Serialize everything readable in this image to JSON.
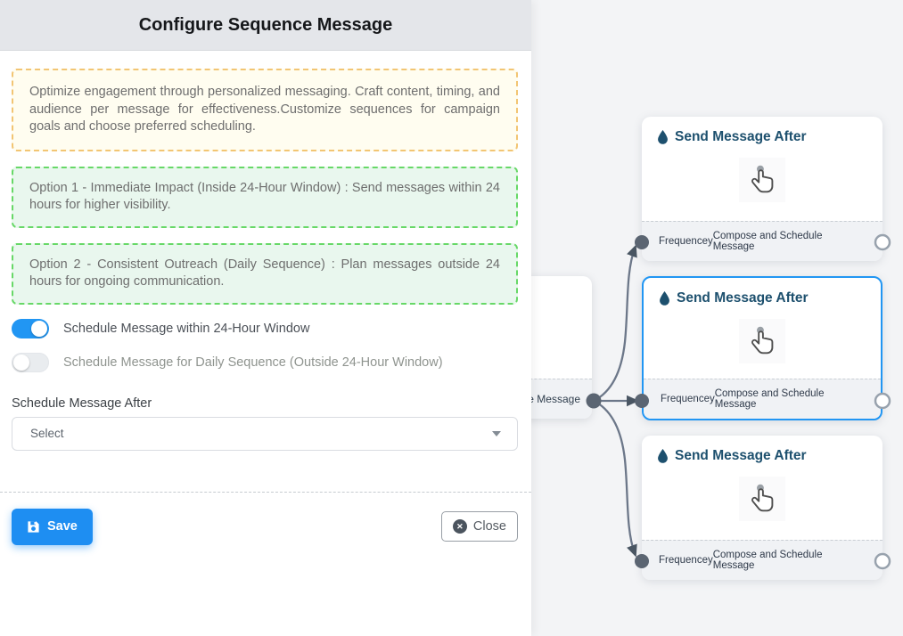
{
  "panel": {
    "title": "Configure Sequence Message",
    "info": "Optimize engagement through personalized messaging. Craft content, timing, and audience per message for effectiveness.Customize sequences for campaign goals and choose preferred scheduling.",
    "options": [
      "Option 1 - Immediate Impact (Inside 24-Hour Window) : Send messages within 24 hours for higher visibility.",
      "Option 2 - Consistent Outreach (Daily Sequence) : Plan messages outside 24 hours for ongoing communication."
    ],
    "toggles": [
      {
        "label": "Schedule Message within 24-Hour Window",
        "state": "on"
      },
      {
        "label": "Schedule Message for Daily Sequence (Outside 24-Hour Window)",
        "state": "off"
      }
    ],
    "select_label": "Schedule Message After",
    "select_value": "Select",
    "save_label": "Save",
    "close_label": "Close"
  },
  "canvas": {
    "source": {
      "footer_label": "ce Message"
    },
    "nodes": [
      {
        "title": "Send Message After",
        "footer_left": "Frequencey",
        "footer_right": "Compose and Schedule Message",
        "selected": false
      },
      {
        "title": "Send Message After",
        "footer_left": "Frequencey",
        "footer_right": "Compose and Schedule Message",
        "selected": true
      },
      {
        "title": "Send Message After",
        "footer_left": "Frequencey",
        "footer_right": "Compose and Schedule Message",
        "selected": false
      }
    ]
  },
  "icons": {
    "close_glyph": "✕"
  },
  "colors": {
    "toggle_on_blue": "#2196f3",
    "save_button_blue": "#1e8ef2",
    "selected_node_border": "#2196f3",
    "node_title_navy": "#1d506e",
    "edge_gray": "#6c7789",
    "handle_slate": "#5b6572",
    "info_border_yellow": "#f2c573",
    "info_bg_yellow": "#fffdf0",
    "option_border_green": "#67d867",
    "option_bg_green": "#e9f7ee",
    "header_bg": "#e4e6ea",
    "canvas_bg": "#f3f4f6"
  }
}
